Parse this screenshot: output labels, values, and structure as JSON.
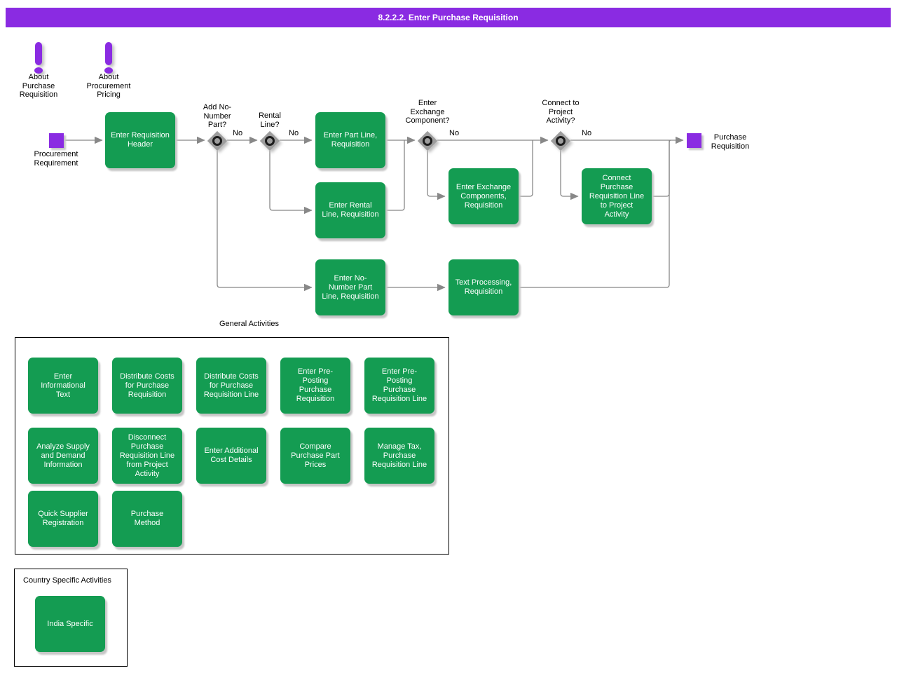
{
  "header": {
    "title": "8.2.2.2. Enter Purchase Requisition"
  },
  "colors": {
    "accent": "#8A2BE2",
    "activity_green": "#149C52",
    "connector": "#888888"
  },
  "notes": [
    {
      "label": "About\nPurchase\nRequisition"
    },
    {
      "label": "About\nProcurement\nPricing"
    }
  ],
  "flow": {
    "start": {
      "label": "Procurement\nRequirement"
    },
    "end": {
      "label": "Purchase\nRequisition"
    },
    "decisions": [
      {
        "label": "Add No-\nNumber\nPart?",
        "branch": "No"
      },
      {
        "label": "Rental\nLine?",
        "branch": "No"
      },
      {
        "label": "Enter\nExchange\nComponent?",
        "branch": "No"
      },
      {
        "label": "Connect to\nProject\nActivity?",
        "branch": "No"
      }
    ],
    "activities": [
      {
        "label": "Enter Requisition\nHeader"
      },
      {
        "label": "Enter Part Line,\nRequisition"
      },
      {
        "label": "Enter Rental\nLine, Requisition"
      },
      {
        "label": "Enter Exchange\nComponents,\nRequisition"
      },
      {
        "label": "Connect\nPurchase\nRequisition Line\nto Project\nActivity"
      },
      {
        "label": "Enter No-\nNumber Part\nLine, Requisition"
      },
      {
        "label": "Text Processing,\nRequisition"
      }
    ]
  },
  "general": {
    "title": "General Activities",
    "items": [
      "Enter\nInformational\nText",
      "Distribute Costs\nfor Purchase\nRequisition",
      "Distribute Costs\nfor Purchase\nRequisition Line",
      "Enter Pre-\nPosting\nPurchase\nRequisition",
      "Enter Pre-\nPosting\nPurchase\nRequisition Line",
      "Analyze Supply\nand Demand\nInformation",
      "Disconnect\nPurchase\nRequisition Line\nfrom Project\nActivity",
      "Enter Additional\nCost Details",
      "Compare\nPurchase Part\nPrices",
      "Manage Tax,\nPurchase\nRequisition Line",
      "Quick Supplier\nRegistration",
      "Purchase\nMethod"
    ]
  },
  "country": {
    "title": "Country Specific Activities",
    "items": [
      "India Specific"
    ]
  }
}
